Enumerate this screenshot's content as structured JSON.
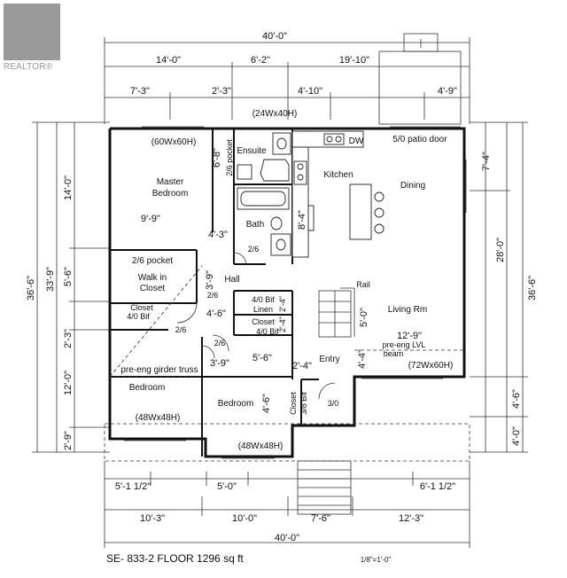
{
  "watermark": {
    "text": "REALTOR®"
  },
  "dimensions": {
    "overall_top": "40'-0\"",
    "top_row": [
      "14'-0\"",
      "6'-2\"",
      "19'-10\""
    ],
    "second_row": [
      "7'-3\"",
      "2'-3\"",
      "4'-10\"",
      "4'-9\""
    ],
    "left_outer": "36'-6\"",
    "left_mid": "33'-9\"",
    "left_inner": [
      "14'-0\"",
      "5'-6\"",
      "2'-3\"",
      "12'-0\"",
      "2'-9\""
    ],
    "right_outer": "36'-6\"",
    "right_mid": "28'-0\"",
    "right_inner": [
      "7'-4\"",
      "4'-6\"",
      "4'-0\""
    ],
    "bottom_first": [
      "5'-1 1/2\"",
      "5'-0\"",
      "6'-1 1/2\""
    ],
    "bottom_second": [
      "10'-3\"",
      "10'-0\"",
      "7'-6\"",
      "12'-3\""
    ],
    "overall_bottom": "40'-0\""
  },
  "rooms": {
    "master": "Master",
    "bedroom_word": "Bedroom",
    "master_dim": "9'-9\"",
    "ensuite": "Ensuite",
    "bath": "Bath",
    "kitchen": "Kitchen",
    "dining": "Dining",
    "walkin_line1": "Walk in",
    "walkin_line2": "Closet",
    "hall": "Hall",
    "living": "Living Rm",
    "living_dim": "12'-9\"",
    "entry": "Entry",
    "bedroom2": "Bedroom",
    "bedroom3": "Bedroom",
    "linen_line1": "4/0 Bif",
    "linen_line2": "Linen",
    "closet": "Closet",
    "closet_bif": "4/0 Bif",
    "closet_left": "Closet",
    "closet_left_bif": "4/0 Bif",
    "closet_entry_a": "Closet",
    "closet_entry_b": "3/8 Bif"
  },
  "windows": {
    "master": "(60Wx60H)",
    "ensuite": "(24Wx40H)",
    "living": "(72Wx60H)",
    "bed_left": "(48Wx48H)",
    "bed_right": "(48Wx48H)"
  },
  "notes": {
    "patio_door": "5/0 patio door",
    "dw": "DW",
    "pocket_vertical": "2/6 pocket",
    "pocket_horizontal": "2/6 pocket",
    "dim_6_8": "6'-8\"",
    "dim_8_4": "8'-4\"",
    "dim_4_3": "4'-3\"",
    "dim_3_9": "3'-9\"",
    "dim_4_6": "4'-6\"",
    "dim_2_4a": "2'-4\"",
    "dim_2_4b": "2'-4\"",
    "dim_3_9b": "3'-9\"",
    "dim_5_6": "5'-6\"",
    "dim_2_4c": "2'-4\"",
    "dim_4_4": "4'-4\"",
    "dim_4_6b": "4'-6\"",
    "dim_5_0": "5'-0\"",
    "door_2_6a": "2/6",
    "door_2_6b": "2/6",
    "door_2_6c": "2/6",
    "door_2_6d": "2/6",
    "door_3_0": "3/0",
    "rail": "Rail",
    "beam_line1": "pre-eng LVL",
    "beam_line2": "beam",
    "girder": "pre-eng girder truss"
  },
  "footer": {
    "caption": "SE- 833-2 FLOOR 1296 sq ft",
    "scale": "1/8\"=1'-0\""
  }
}
